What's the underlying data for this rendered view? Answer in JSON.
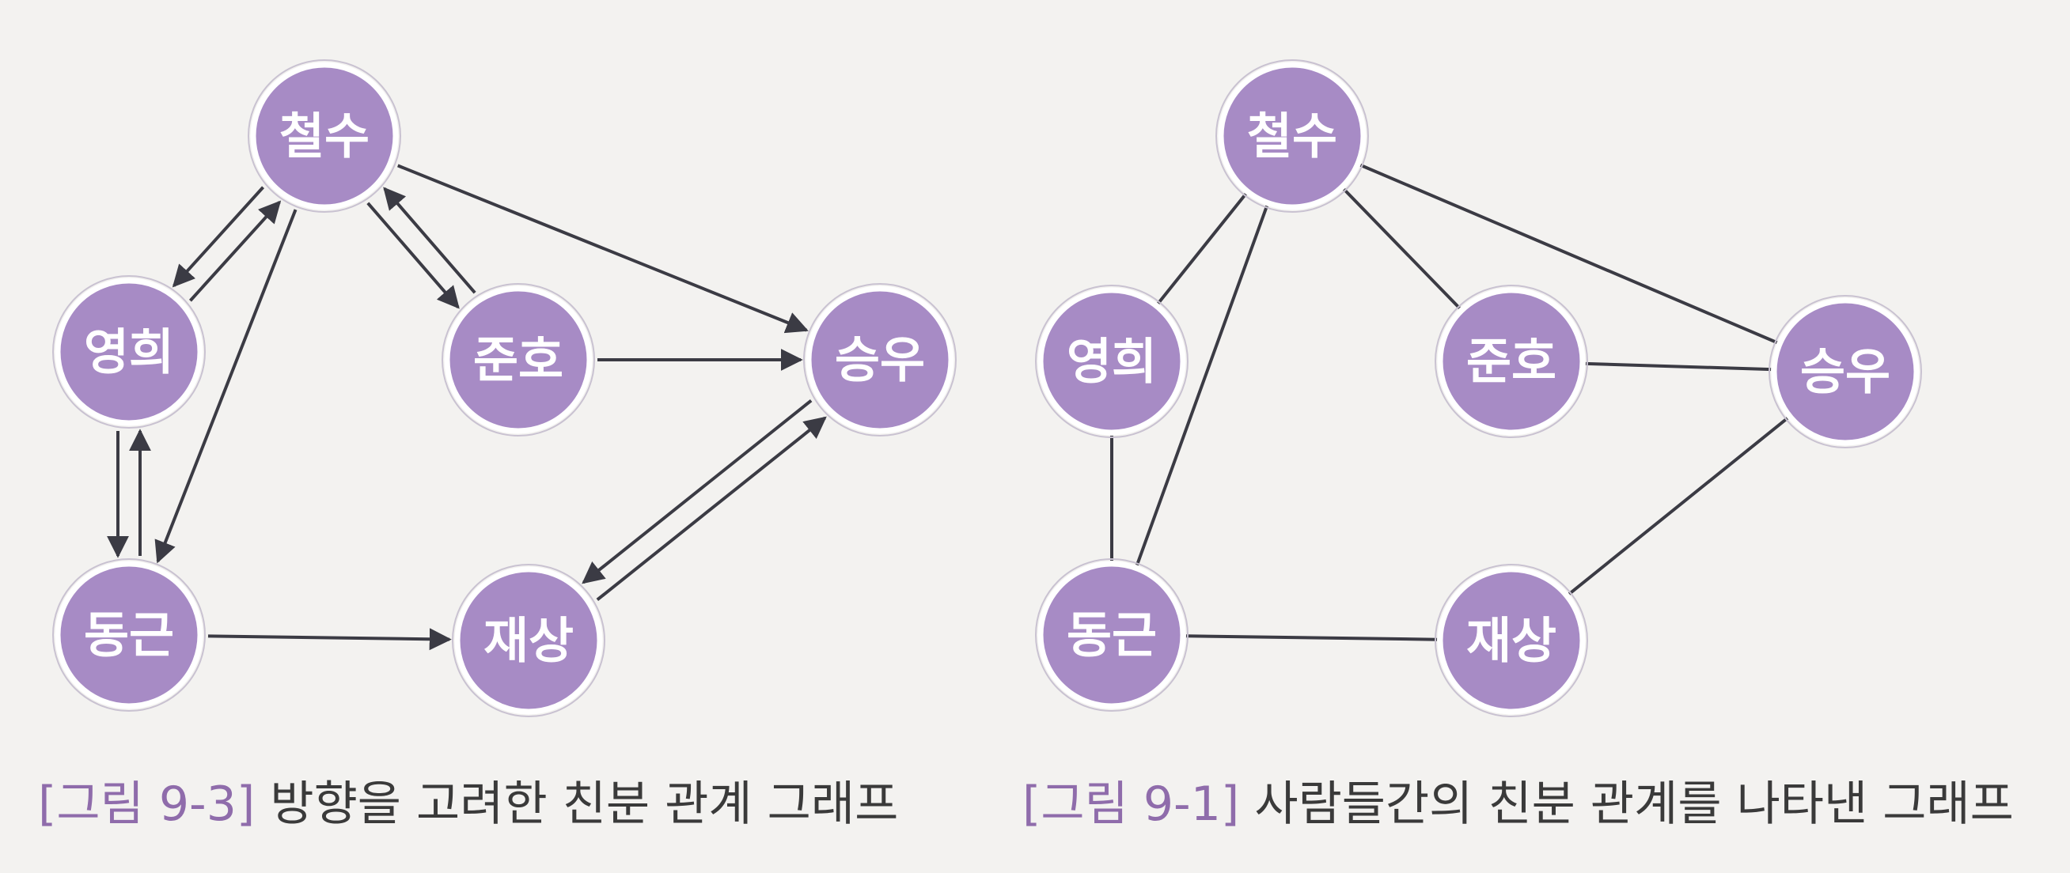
{
  "colors": {
    "node_fill": "#a78bc5",
    "node_stroke": "#ffffff",
    "edge": "#3b3b44",
    "caption_number": "#8f6cab",
    "caption_text": "#3a3a3a",
    "background": "#f3f2f0"
  },
  "directed_graph": {
    "nodes": [
      {
        "id": "cs",
        "label": "철수"
      },
      {
        "id": "yh",
        "label": "영희"
      },
      {
        "id": "jh",
        "label": "준호"
      },
      {
        "id": "sw",
        "label": "승우"
      },
      {
        "id": "dg",
        "label": "동근"
      },
      {
        "id": "js",
        "label": "재상"
      }
    ],
    "edges": [
      {
        "from": "yh",
        "to": "cs"
      },
      {
        "from": "cs",
        "to": "yh"
      },
      {
        "from": "cs",
        "to": "jh"
      },
      {
        "from": "jh",
        "to": "cs"
      },
      {
        "from": "cs",
        "to": "sw"
      },
      {
        "from": "cs",
        "to": "dg"
      },
      {
        "from": "jh",
        "to": "sw"
      },
      {
        "from": "yh",
        "to": "dg"
      },
      {
        "from": "dg",
        "to": "yh"
      },
      {
        "from": "dg",
        "to": "js"
      },
      {
        "from": "js",
        "to": "sw"
      },
      {
        "from": "sw",
        "to": "js"
      }
    ],
    "caption_number": "[그림 9-3]",
    "caption_text": "방향을 고려한 친분 관계 그래프"
  },
  "undirected_graph": {
    "nodes": [
      {
        "id": "cs",
        "label": "철수"
      },
      {
        "id": "yh",
        "label": "영희"
      },
      {
        "id": "jh",
        "label": "준호"
      },
      {
        "id": "sw",
        "label": "승우"
      },
      {
        "id": "dg",
        "label": "동근"
      },
      {
        "id": "js",
        "label": "재상"
      }
    ],
    "edges": [
      {
        "a": "cs",
        "b": "yh"
      },
      {
        "a": "cs",
        "b": "jh"
      },
      {
        "a": "cs",
        "b": "sw"
      },
      {
        "a": "cs",
        "b": "dg"
      },
      {
        "a": "jh",
        "b": "sw"
      },
      {
        "a": "yh",
        "b": "dg"
      },
      {
        "a": "dg",
        "b": "js"
      },
      {
        "a": "js",
        "b": "sw"
      }
    ],
    "caption_number": "[그림 9-1]",
    "caption_text": "사람들간의 친분 관계를 나타낸 그래프"
  }
}
